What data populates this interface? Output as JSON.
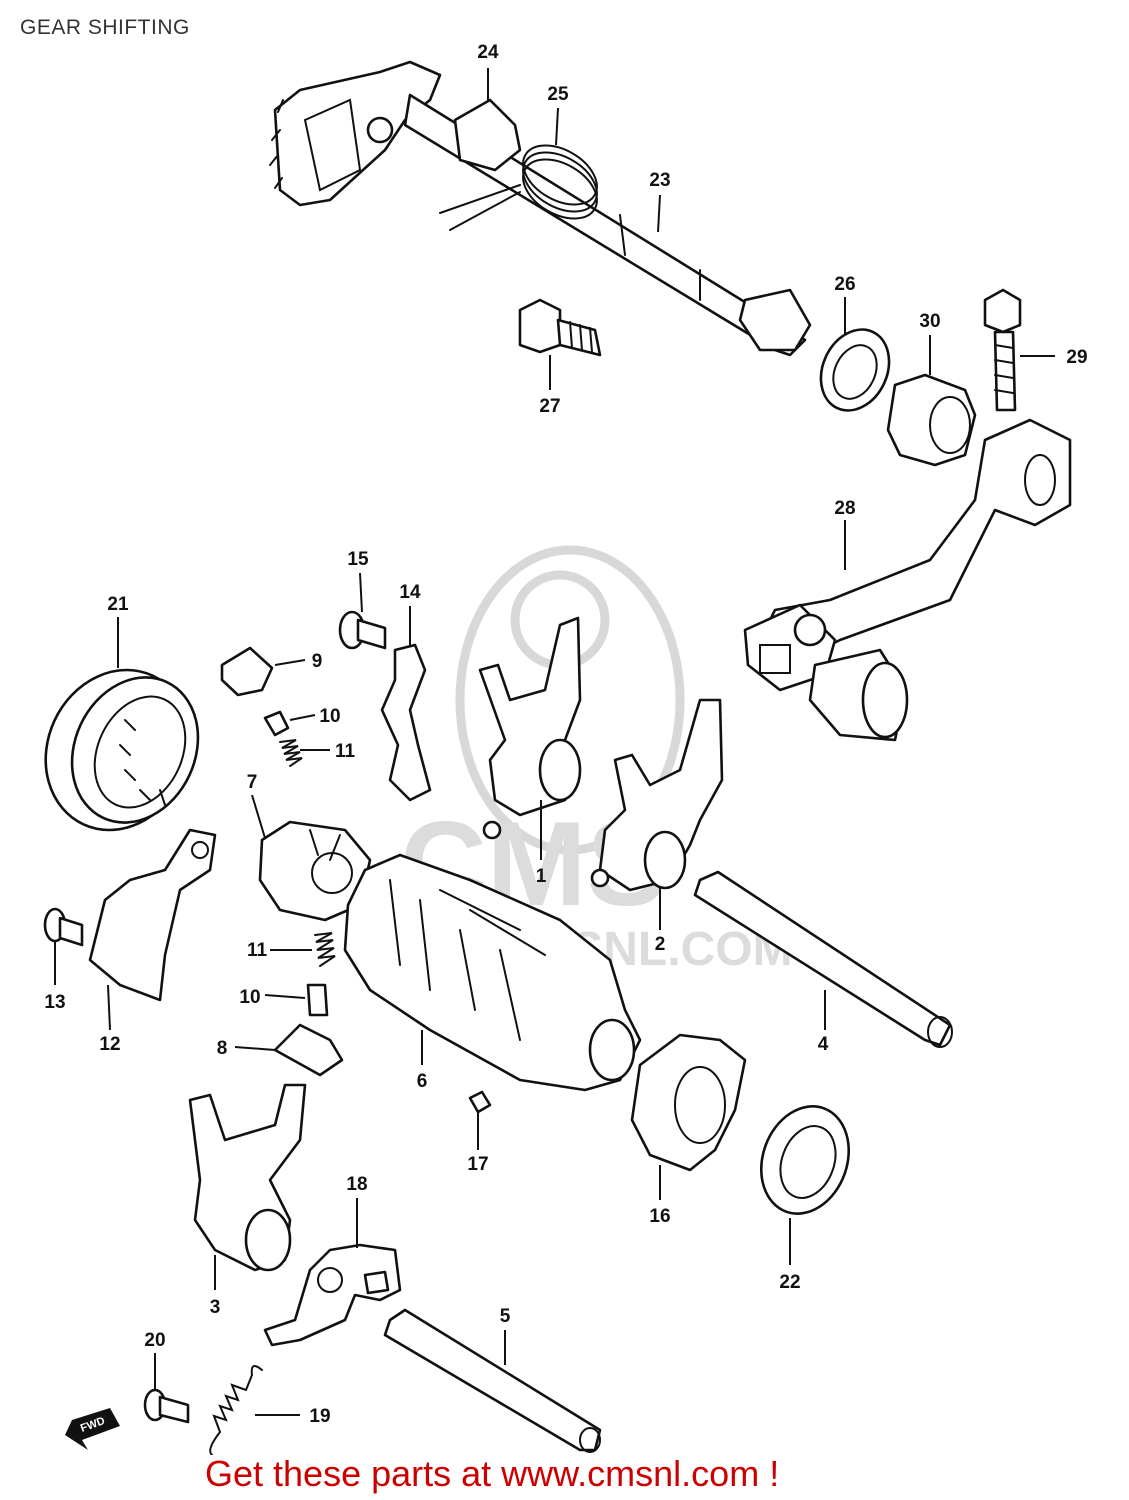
{
  "title": "GEAR SHIFTING",
  "footer_text": "Get these parts at www.cmsnl.com !",
  "watermark": {
    "brand": "CMS",
    "url": "WWW.CMSNL.COM"
  },
  "direction_tag": "FWD",
  "callouts": [
    "1",
    "2",
    "3",
    "4",
    "5",
    "6",
    "7",
    "8",
    "9",
    "10",
    "10",
    "11",
    "11",
    "12",
    "13",
    "14",
    "15",
    "16",
    "17",
    "18",
    "19",
    "20",
    "21",
    "22",
    "23",
    "24",
    "25",
    "26",
    "27",
    "28",
    "29",
    "30"
  ],
  "colors": {
    "footer": "#cc0000",
    "line_art": "#111111",
    "watermark": "#d8d8d8"
  }
}
